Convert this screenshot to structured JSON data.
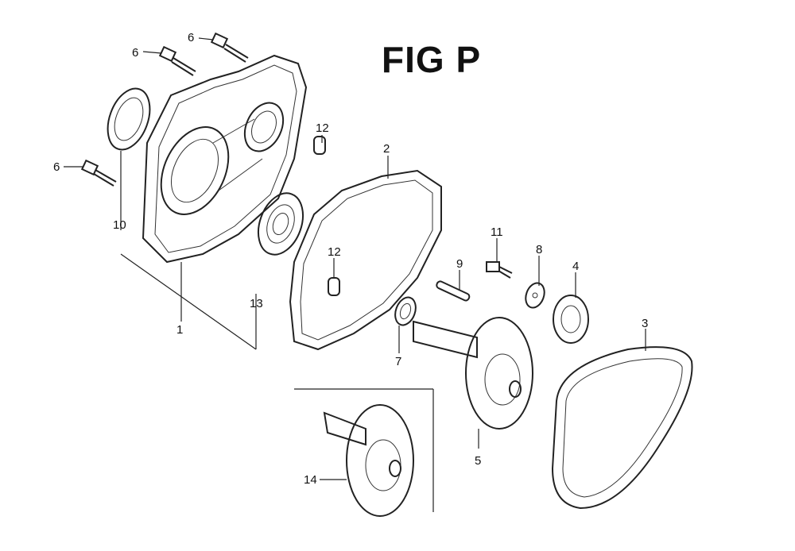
{
  "title": "FIG P",
  "callouts": [
    {
      "id": "c6a",
      "text": "6"
    },
    {
      "id": "c6b",
      "text": "6"
    },
    {
      "id": "c6c",
      "text": "6"
    },
    {
      "id": "c12a",
      "text": "12"
    },
    {
      "id": "c2",
      "text": "2"
    },
    {
      "id": "c10",
      "text": "10"
    },
    {
      "id": "c11",
      "text": "11"
    },
    {
      "id": "c8",
      "text": "8"
    },
    {
      "id": "c9",
      "text": "9"
    },
    {
      "id": "c4",
      "text": "4"
    },
    {
      "id": "c3",
      "text": "3"
    },
    {
      "id": "c12b",
      "text": "12"
    },
    {
      "id": "c13",
      "text": "13"
    },
    {
      "id": "c1",
      "text": "1"
    },
    {
      "id": "c7",
      "text": "7"
    },
    {
      "id": "c5",
      "text": "5"
    },
    {
      "id": "c14",
      "text": "14"
    }
  ]
}
